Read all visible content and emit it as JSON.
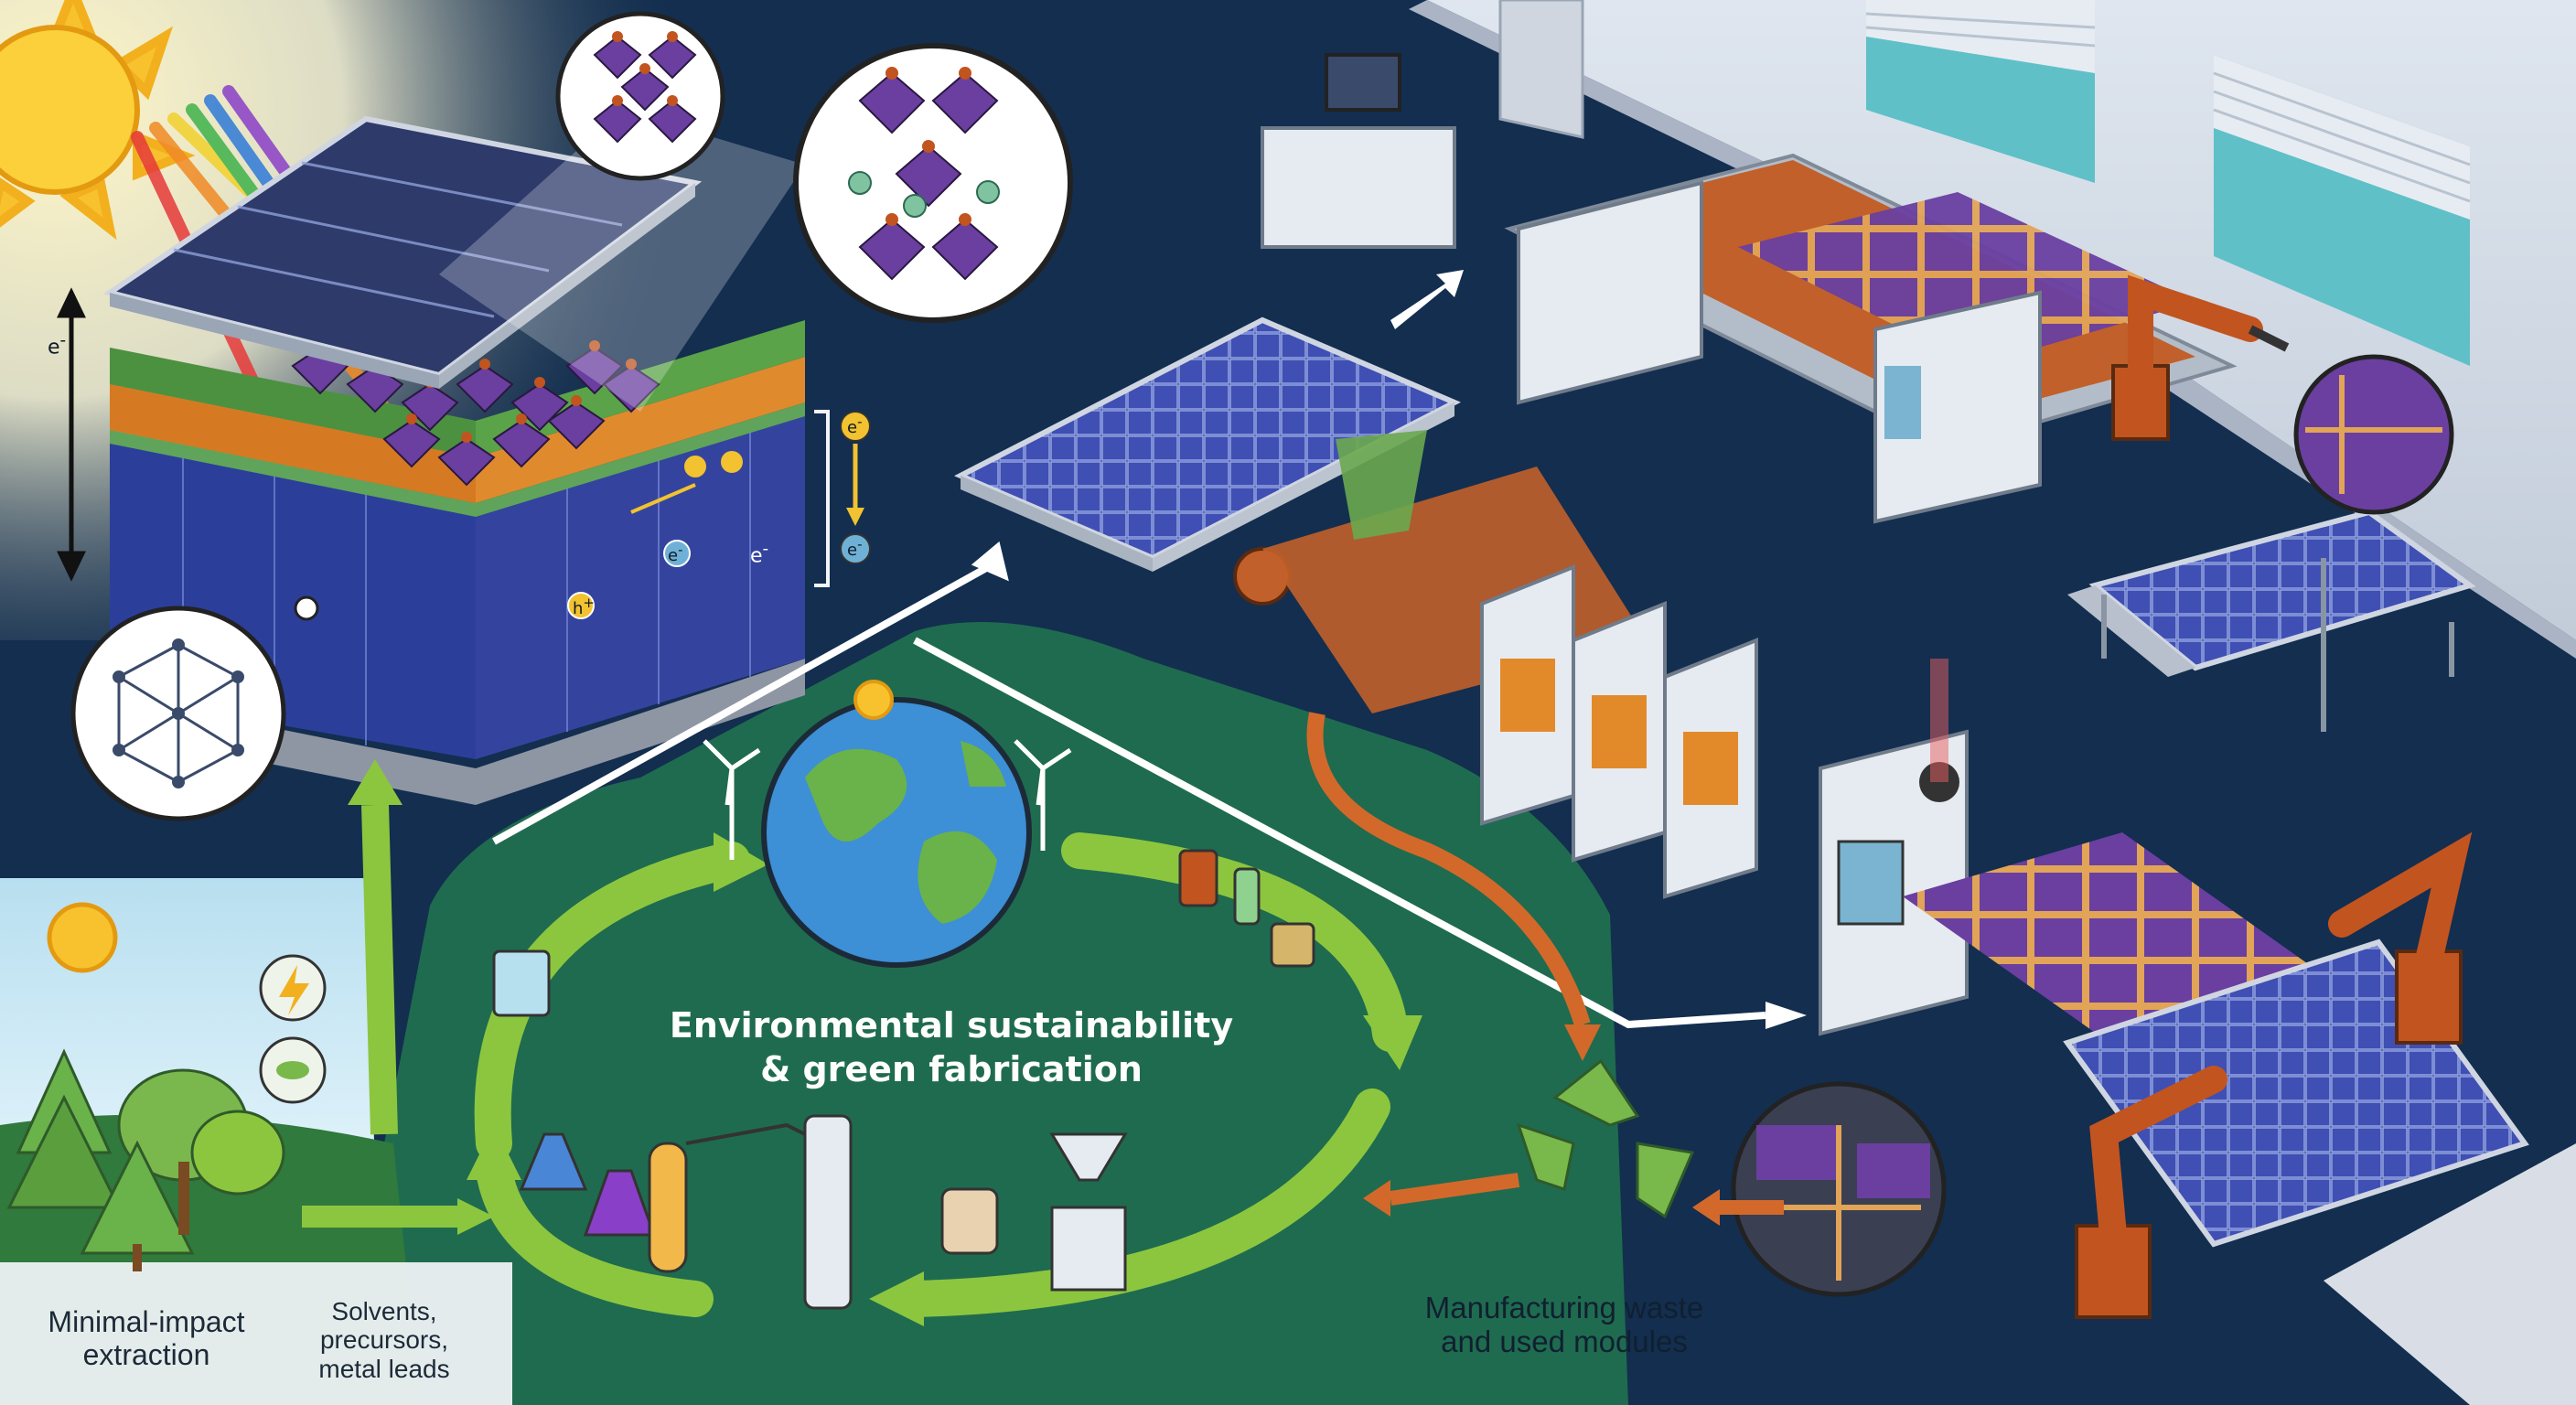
{
  "center_title": [
    "Environmental sustainability",
    "& green fabrication"
  ],
  "labels": {
    "extraction": [
      "Minimal-impact",
      "extraction"
    ],
    "solvents": [
      "Solvents,",
      "precursors,",
      "metal leads"
    ],
    "waste": [
      "Manufacturing waste",
      "and used modules"
    ]
  },
  "charge_labels": {
    "electron": "e",
    "hole": "h",
    "superscript_minus": "-",
    "superscript_plus": "+"
  },
  "icons": [
    "sun-icon",
    "lightning-icon",
    "leaf-icon",
    "tree-icon",
    "earth-globe-icon",
    "wind-turbine-icon",
    "recycle-icon",
    "robot-arm-icon",
    "conveyor-icon",
    "solar-panel-icon",
    "flask-icon",
    "distillation-column-icon",
    "jar-icon"
  ],
  "colors": {
    "navy_background": "#132e4f",
    "cycle_green": "#1f6b4f",
    "arrow_green": "#8cc63f",
    "arrow_orange": "#d2692a",
    "perovskite_purple": "#6a3fa0",
    "cell_blue": "#3a55b0",
    "robot_orange": "#c2541f"
  }
}
